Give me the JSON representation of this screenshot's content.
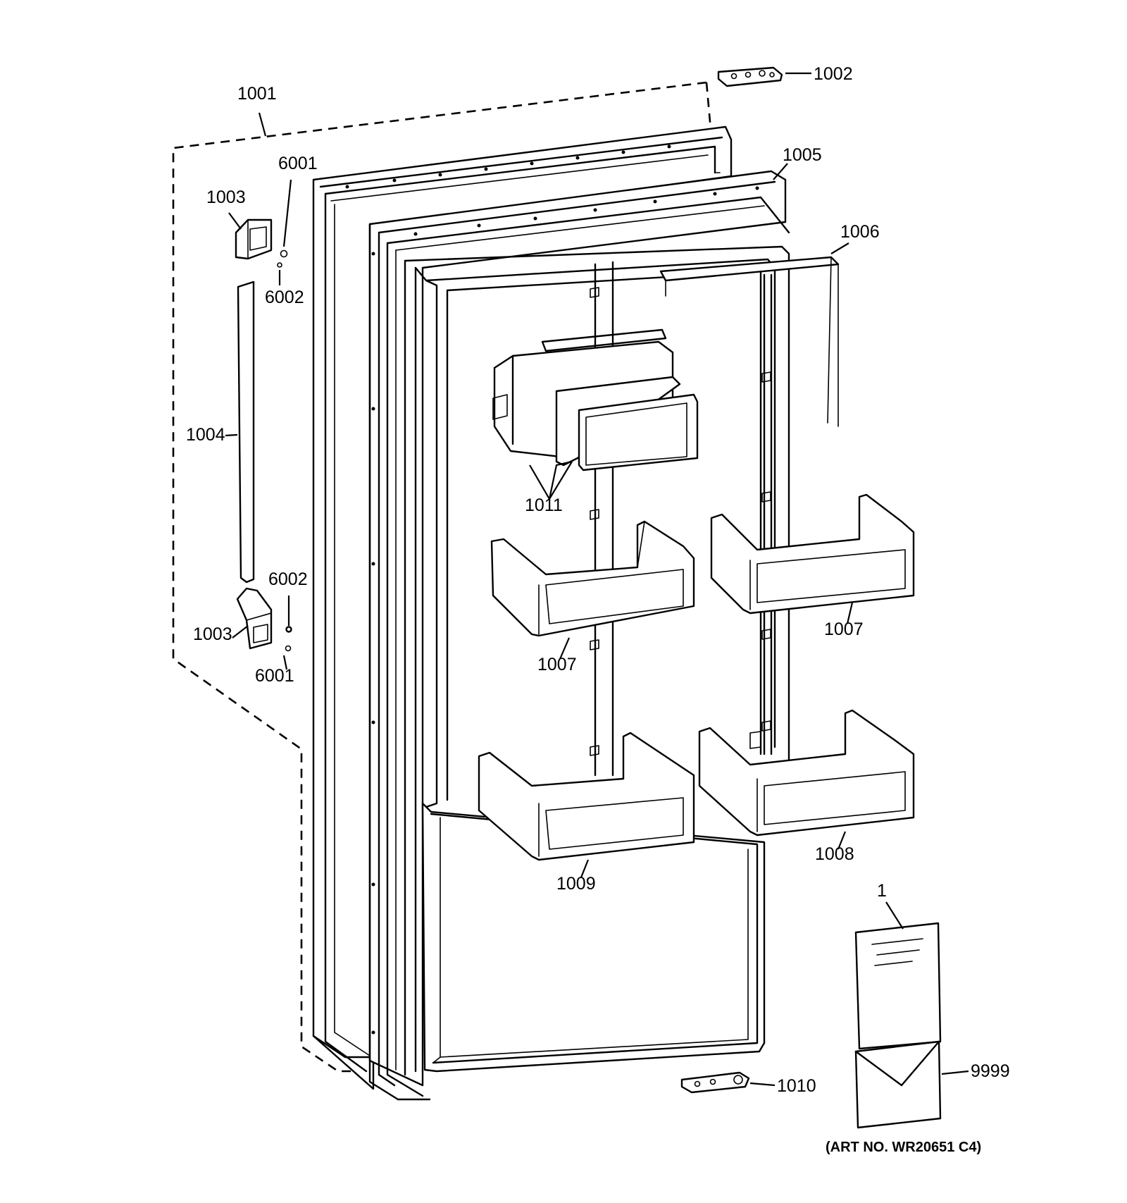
{
  "diagram": {
    "art_number": "(ART NO. WR20651 C4)",
    "parts": [
      {
        "id": "p1001",
        "label": "1001"
      },
      {
        "id": "p1002",
        "label": "1002"
      },
      {
        "id": "p1003a",
        "label": "1003"
      },
      {
        "id": "p1003b",
        "label": "1003"
      },
      {
        "id": "p1004",
        "label": "1004"
      },
      {
        "id": "p1005",
        "label": "1005"
      },
      {
        "id": "p1006",
        "label": "1006"
      },
      {
        "id": "p1007a",
        "label": "1007"
      },
      {
        "id": "p1007b",
        "label": "1007"
      },
      {
        "id": "p1008",
        "label": "1008"
      },
      {
        "id": "p1009",
        "label": "1009"
      },
      {
        "id": "p1010",
        "label": "1010"
      },
      {
        "id": "p1011",
        "label": "1011"
      },
      {
        "id": "p6001a",
        "label": "6001"
      },
      {
        "id": "p6001b",
        "label": "6001"
      },
      {
        "id": "p6002a",
        "label": "6002"
      },
      {
        "id": "p6002b",
        "label": "6002"
      },
      {
        "id": "p1",
        "label": "1"
      },
      {
        "id": "p9999",
        "label": "9999"
      }
    ]
  }
}
